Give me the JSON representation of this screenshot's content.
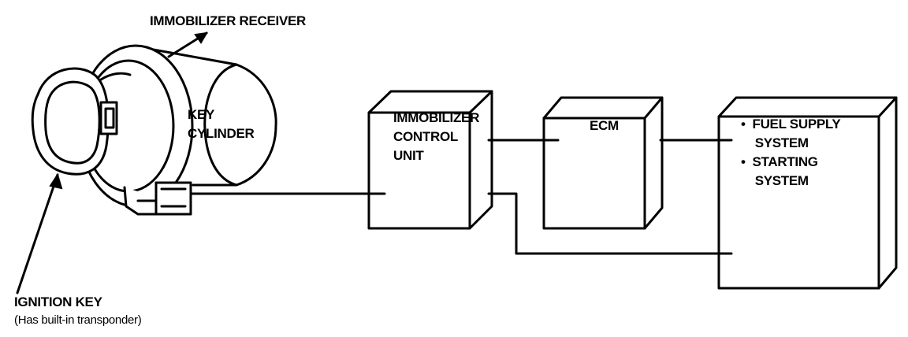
{
  "labels": {
    "receiver": "IMMOBILIZER RECEIVER",
    "key_cylinder": [
      "KEY",
      "CYLINDER"
    ],
    "control_unit": [
      "IMMOBILIZER",
      "CONTROL",
      "UNIT"
    ],
    "ecm": "ECM",
    "systems": [
      "•  FUEL SUPPLY",
      "    SYSTEM",
      "•  STARTING",
      "    SYSTEM"
    ],
    "ignition_key": "IGNITION KEY",
    "ignition_key_note": "(Has built-in transponder)"
  }
}
